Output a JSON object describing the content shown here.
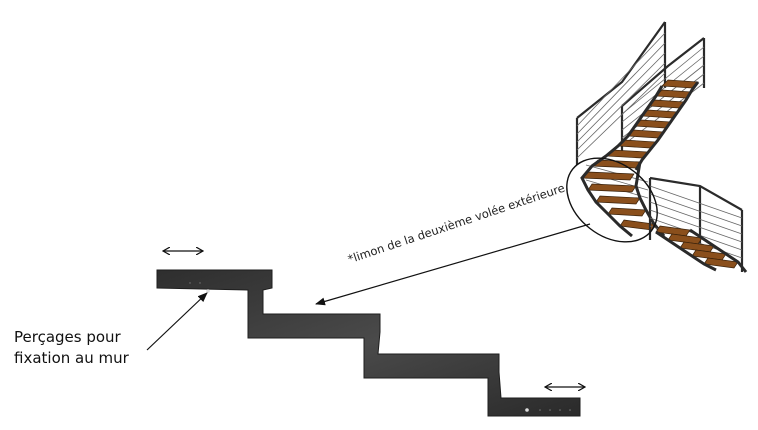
{
  "annotations": {
    "stringer_label": "*limon de la deuxième volée extérieure",
    "drill_label_line1": "Perçages pour",
    "drill_label_line2": "fixation au mur"
  },
  "icons": {
    "adjust_arrows": "double-headed-horizontal-arrow",
    "callout_arrow": "single-headed-arrow",
    "highlight_marker": "ellipse-outline"
  },
  "colors": {
    "stringer_steel": "#3a3a3a",
    "wood_tread": "#8a4f1c",
    "railing": "#2b2b2b",
    "text": "#111111"
  }
}
